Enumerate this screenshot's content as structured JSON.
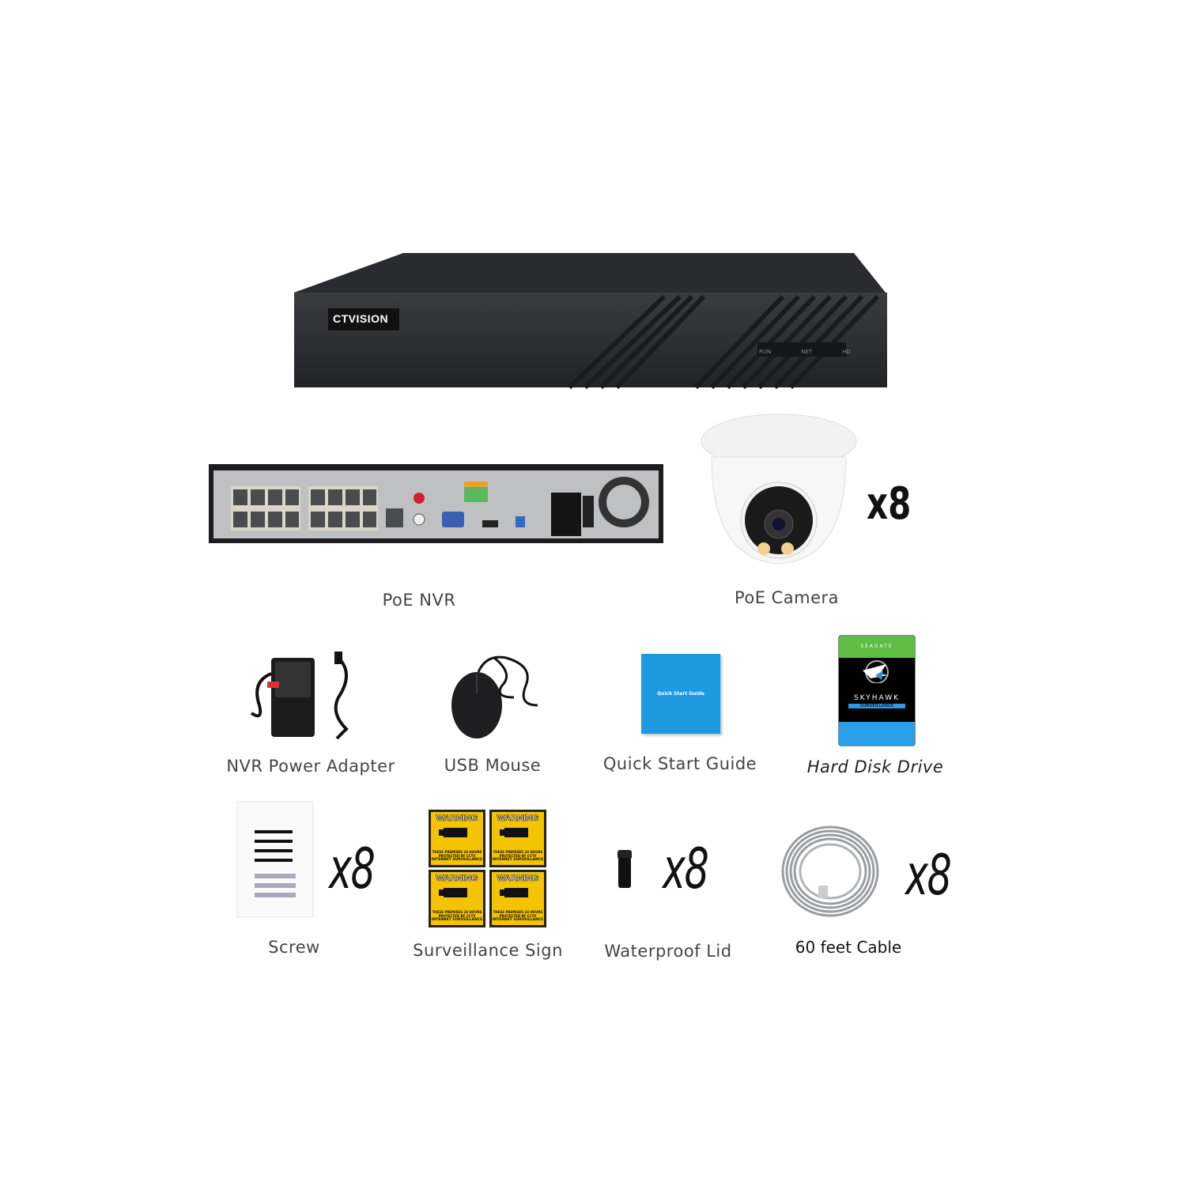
{
  "products": {
    "nvr": {
      "label": "PoE NVR",
      "brand": "CTVISION",
      "leds": [
        "RUN",
        "NET",
        "HD"
      ]
    },
    "camera": {
      "label": "PoE Camera",
      "quantity": "x8"
    },
    "power_adapter": {
      "label": "NVR Power Adapter"
    },
    "mouse": {
      "label": "USB Mouse"
    },
    "guide": {
      "label": "Quick Start Guide",
      "cover_text": "Quick Start Guide",
      "cover_color": "#1e9be0"
    },
    "hdd": {
      "label": "Hard Disk Drive",
      "brand": "SEAGATE",
      "model": "SKYHAWK",
      "line": "SURVEILLANCE"
    },
    "screw": {
      "label": "Screw",
      "quantity": "x8"
    },
    "sign": {
      "label": "Surveillance Sign",
      "heading": "WARNING",
      "line1": "THESE PREMISES 24 HOURS",
      "line2": "PROTECTED BY CCTV",
      "line3": "INTERNET SURVEILLANCE",
      "color": "#f5c400"
    },
    "lid": {
      "label": "Waterproof Lid",
      "quantity": "x8"
    },
    "cable": {
      "label": "60 feet Cable",
      "quantity": "x8"
    }
  }
}
